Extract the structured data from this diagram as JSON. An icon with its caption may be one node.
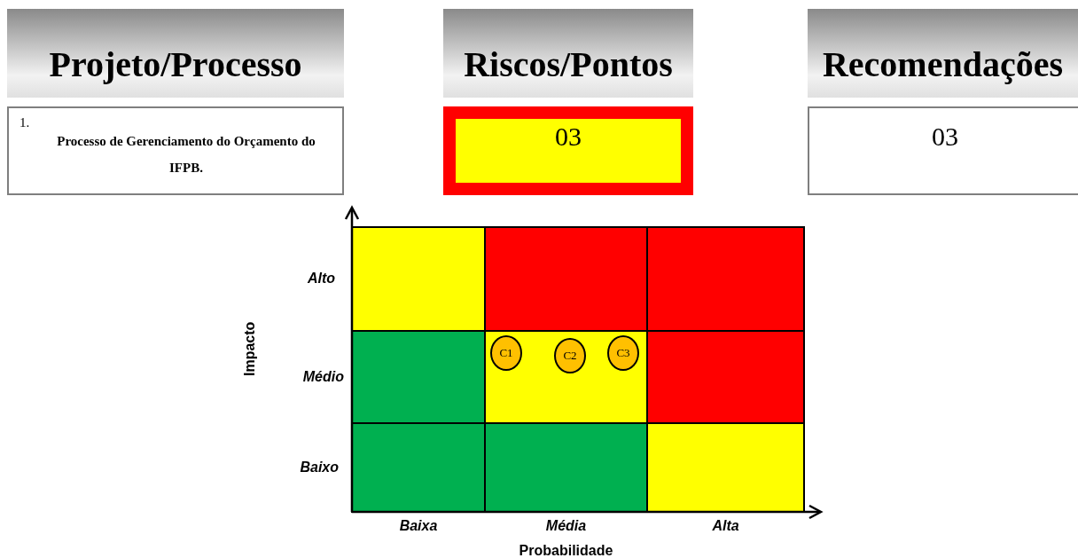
{
  "diagram": {
    "nodes": [
      {
        "text": [
          "Projeto/Processo"
        ]
      },
      {
        "text": [
          "Riscos/Pontos"
        ]
      },
      {
        "text": [
          "Recomendações"
        ]
      },
      {
        "text": [
          "1.",
          "Processo de Gerenciamento do Orçamento do IFPB."
        ]
      },
      {
        "text": [
          "03"
        ]
      },
      {
        "text": [
          "03"
        ]
      },
      {
        "text": [
          "C1"
        ]
      },
      {
        "text": [
          "C2"
        ]
      },
      {
        "text": [
          "C3"
        ]
      }
    ],
    "edges": [],
    "labels": [
      "Impacto",
      "Alto",
      "Médio",
      "Baixo",
      "Baixa",
      "Média",
      "Alta",
      "Probabilidade"
    ]
  }
}
